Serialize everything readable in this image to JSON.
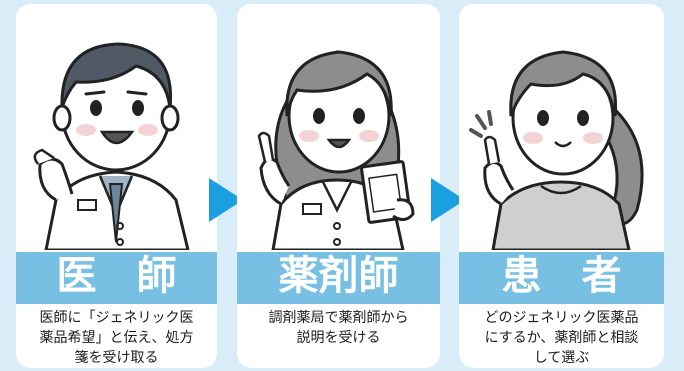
{
  "panels": [
    {
      "role": "医　師",
      "desc_lines": [
        "医師に「ジェネリック医",
        "薬品希望」と伝え、処方",
        "箋を受け取る"
      ]
    },
    {
      "role": "薬剤師",
      "desc_lines": [
        "調剤薬局で薬剤師から",
        "説明を受ける"
      ]
    },
    {
      "role": "患　者",
      "desc_lines": [
        "どのジェネリック医薬品",
        "にするか、薬剤師と相談",
        "して選ぶ"
      ]
    }
  ],
  "colors": {
    "background": "#d9edf8",
    "label_band": "#77bfe3",
    "arrow": "#1a9fe0"
  }
}
